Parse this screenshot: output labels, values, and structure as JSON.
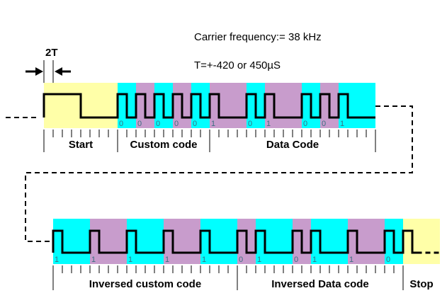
{
  "header": {
    "carrier_text": "Carrier frequency:= 38 kHz",
    "period_text": "T=+-420 or 450µS",
    "two_t_label": "2T"
  },
  "colors": {
    "start_stop": "#FFFFA8",
    "bit_a": "#00FFFF",
    "bit_b": "#C89CCC",
    "line": "#000000",
    "bit_label": "#3a6f80"
  },
  "encoding": {
    "unit": "T",
    "zero_bit": {
      "high_units": 2,
      "low_units": 2
    },
    "one_bit": {
      "high_units": 2,
      "low_units": 6
    },
    "start": {
      "high_units": 8,
      "low_units": 8
    },
    "stop": {
      "high_units": 2
    }
  },
  "rows": [
    {
      "sections": [
        {
          "label": "Start",
          "kind": "start"
        },
        {
          "label": "Custom code",
          "kind": "bits",
          "bits": [
            0,
            0,
            0,
            0,
            0
          ]
        },
        {
          "label": "Data Code",
          "kind": "bits",
          "bits": [
            1,
            0,
            1,
            0,
            0,
            1
          ]
        }
      ]
    },
    {
      "sections": [
        {
          "label": "Inversed custom code",
          "kind": "bits",
          "bits": [
            1,
            1,
            1,
            1,
            1
          ]
        },
        {
          "label": "Inversed Data code",
          "kind": "bits",
          "bits": [
            0,
            1,
            0,
            1,
            1,
            0
          ]
        },
        {
          "label": "Stop",
          "kind": "stop"
        }
      ]
    }
  ]
}
